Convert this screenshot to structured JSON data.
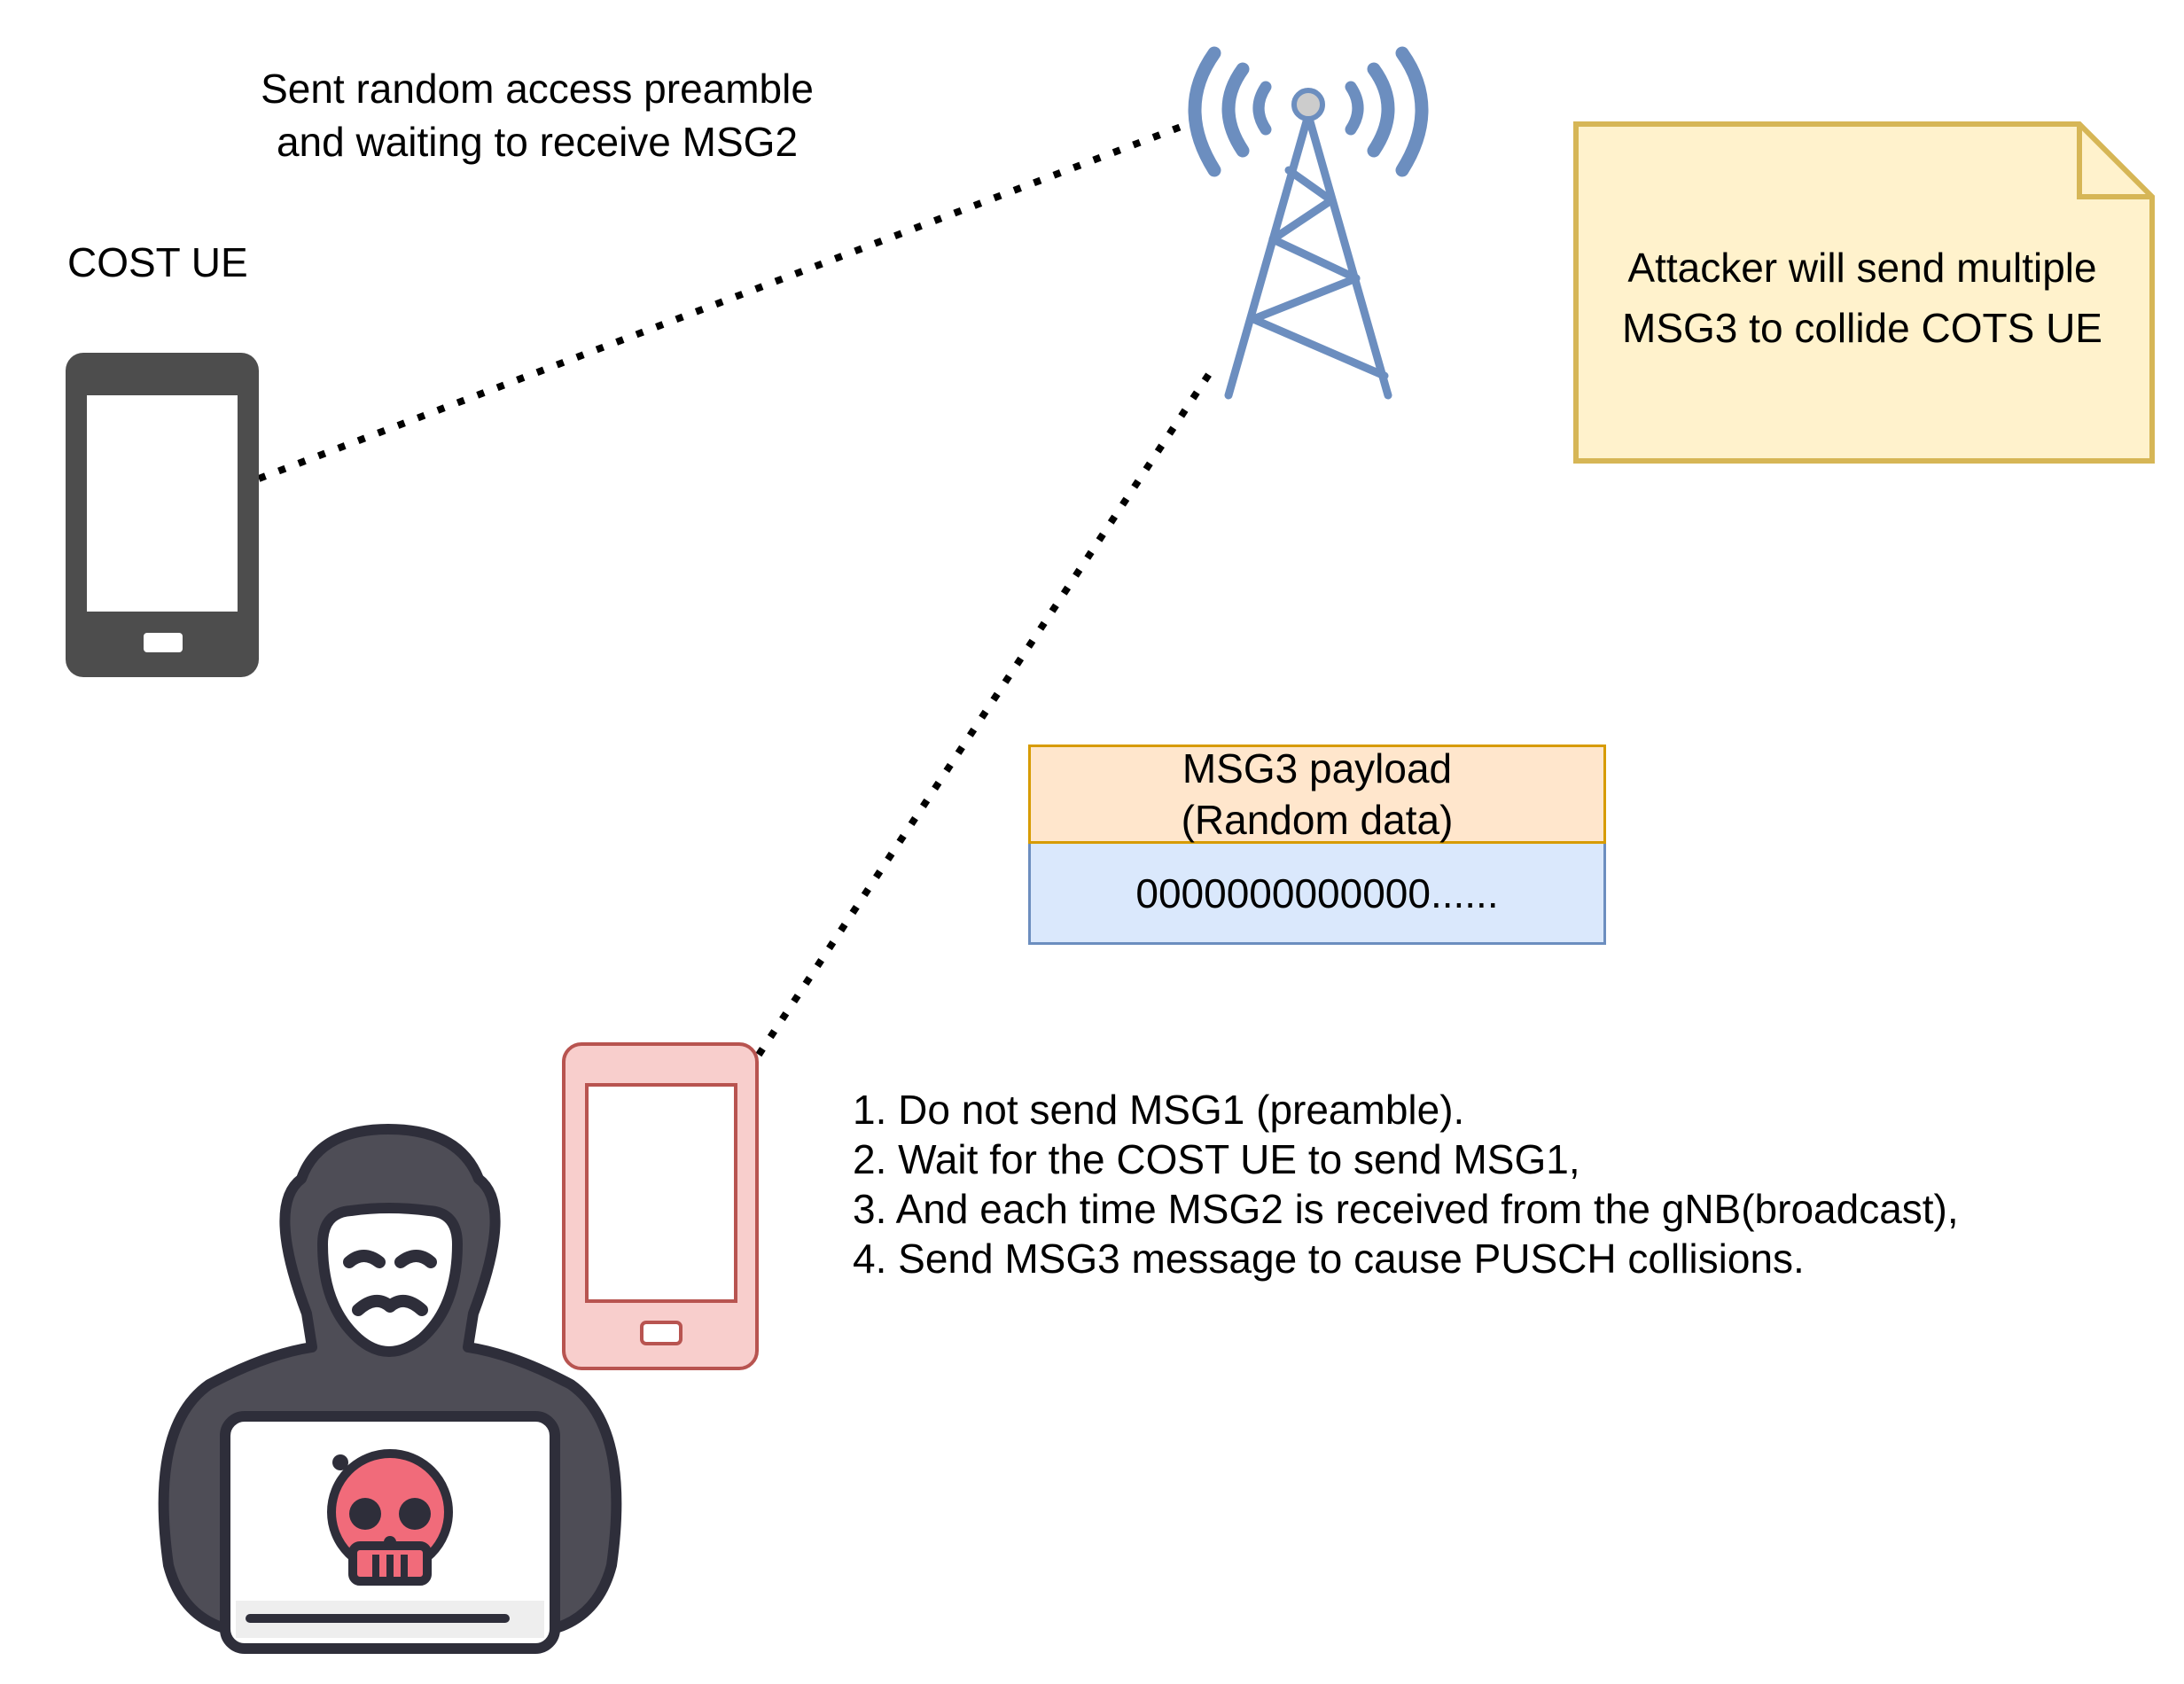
{
  "caption": {
    "line1": "Sent random access preamble",
    "line2": "and waiting to receive MSG2"
  },
  "cots_ue_label": "COST UE",
  "note": {
    "line1": "Attacker will send multiple",
    "line2": "MSG3 to collide COTS UE"
  },
  "payload": {
    "header_line1": "MSG3 payload",
    "header_line2": "(Random data)",
    "body": "0000000000000......"
  },
  "steps": [
    "1. Do not send MSG1 (preamble).",
    "2. Wait for the COST UE to send MSG1,",
    "3. And each time MSG2 is received from the gNB(broadcast),",
    "4. Send MSG3 message to cause PUSCH collisions."
  ],
  "colors": {
    "phone_gray": "#4d4d4d",
    "tower_blue": "#6c8ebf",
    "note_fill": "#fff2cc",
    "note_border": "#d6b656",
    "payload_head_fill": "#ffe6cc",
    "payload_head_border": "#d79b00",
    "payload_body_fill": "#dae8fc",
    "payload_body_border": "#6c8ebf",
    "attacker_phone_fill": "#f8cecc",
    "attacker_phone_border": "#b85450",
    "skull_red": "#f16b7a",
    "hood_dark": "#4e4d56",
    "outline_dark": "#2e2e3a"
  },
  "icons": [
    "cell-tower-icon",
    "smartphone-icon",
    "hacker-icon",
    "skull-icon"
  ]
}
